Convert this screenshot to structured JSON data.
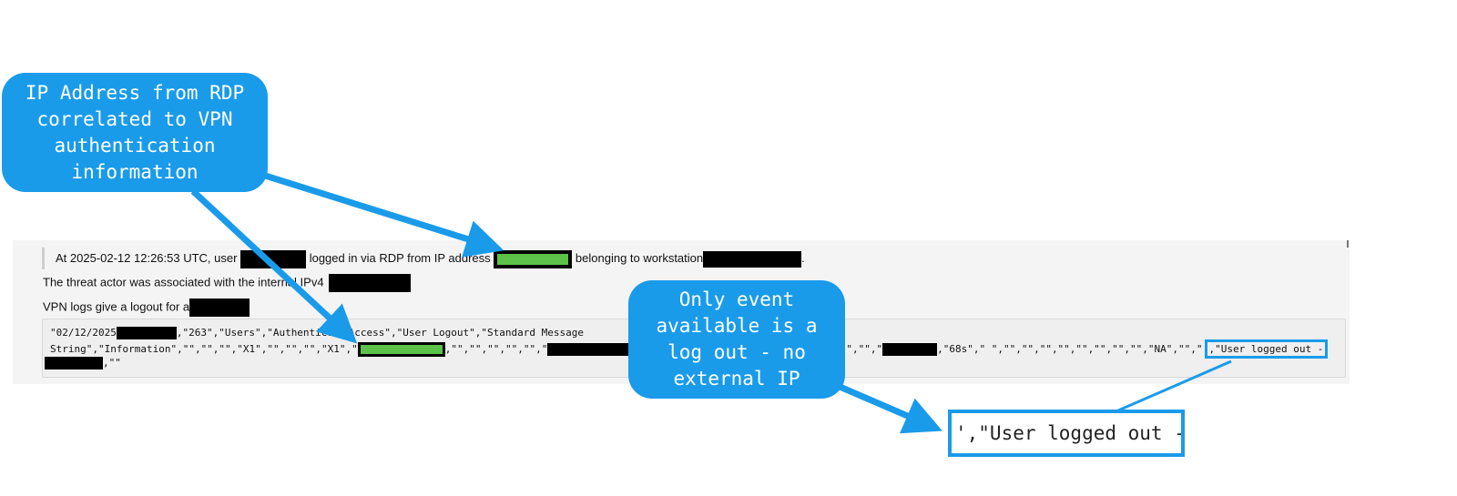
{
  "report": {
    "line1_prefix": "At 2025-02-12 12:26:53 UTC, user",
    "line1_mid": "logged in via RDP from IP address",
    "line1_suffix": "belonging to workstation",
    "line1_end": ".",
    "line2": "The threat actor was associated with the internal IPv4",
    "line3": "VPN logs give a logout for a",
    "log_row1_a": "\"02/12/2025",
    "log_row1_b": ",\"263\",\"Users\",\"Authenticat",
    "log_row1_c": "Access\",\"User Logout\",\"Standard Message",
    "log_row2_a": "String\",\"Information\",\"\",\"\",\"\",\"X1\",\"\",\"\",\"\",\"X1\",\"",
    "log_row2_b": ",\"\",\"\",\"\",\"\",\"\",\"",
    "log_row2_c": "\",\"\",\"",
    "log_row2_d": ",\"68s\",\" \",\"\",\"\",\"\",\"\",\"\",\"\",\"\",\"\",\"NA\",\"\",\"",
    "log_row2_hl": ",\"User logged out -",
    "log_row3": ",\"\""
  },
  "callouts": {
    "rdp": "IP Address from RDP\ncorrelated to VPN\nauthentication\ninformation",
    "logout": "Only event\navailable is a\nlog out - no\nexternal IP"
  },
  "zoom": {
    "text": "',\"User logged out -"
  },
  "colors": {
    "accent": "#1a9bea",
    "ip_highlight": "#5cc24a",
    "redaction": "#000000"
  }
}
